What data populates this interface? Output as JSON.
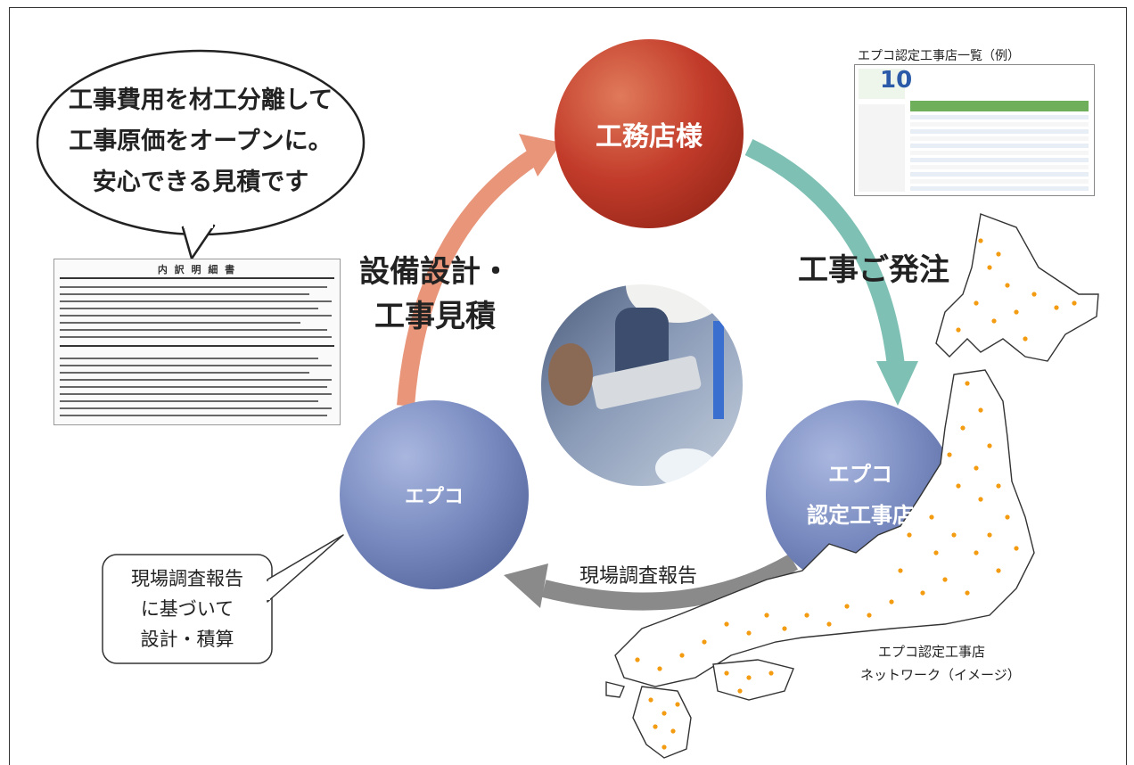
{
  "nodes": {
    "koumuten": "工務店様",
    "epuko": "エプコ",
    "nintei_line1": "エプコ",
    "nintei_line2": "認定工事店"
  },
  "arrows": {
    "left_label_line1": "設備設計・",
    "left_label_line2": "工事見積",
    "right_label": "工事ご発注",
    "bottom_label": "現場調査報告"
  },
  "speech_bubble": {
    "line1": "工事費用を材工分離して",
    "line2": "工事原価をオープンに。",
    "line3": "安心できる見積です"
  },
  "callout_box": {
    "line1": "現場調査報告",
    "line2": "に基づいて",
    "line3": "設計・積算"
  },
  "web_list": {
    "caption": "エプコ認定工事店一覧（例）",
    "logo_text": "10"
  },
  "estimate_doc": {
    "title": "内 訳 明 細 書"
  },
  "map": {
    "caption_line1": "エプコ認定工事店",
    "caption_line2": "ネットワーク（イメージ）"
  },
  "colors": {
    "red_circle": "#c0392b",
    "blue_circle": "#7b8dc0",
    "arrow_salmon": "#e8957a",
    "arrow_teal": "#7fc0b4",
    "arrow_gray": "#8a8a8a",
    "map_dot": "#f39c12"
  }
}
